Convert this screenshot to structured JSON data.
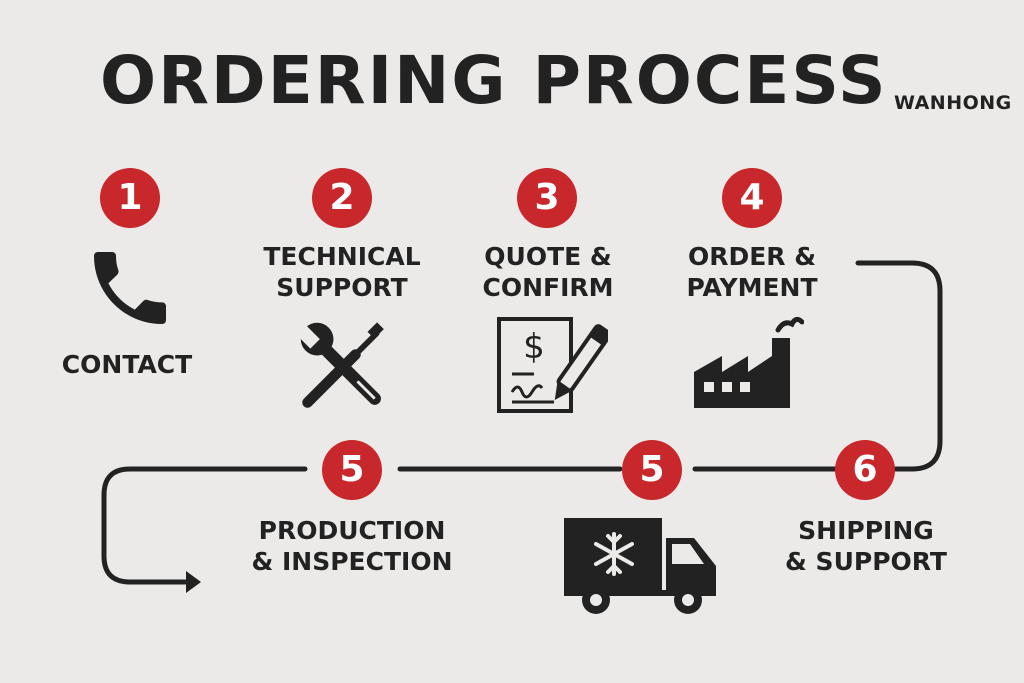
{
  "header": {
    "title": "ORDERING PROCESS",
    "brand": "WANHONG"
  },
  "colors": {
    "badge": "#c8282b",
    "ink": "#222222",
    "background": "#ebeae8"
  },
  "steps": [
    {
      "number": "1",
      "label_lines": [
        "CONTACT"
      ],
      "icon": "phone-icon"
    },
    {
      "number": "2",
      "label_lines": [
        "TECHNICAL",
        "SUPPORT"
      ],
      "icon": "wrench-screwdriver-icon"
    },
    {
      "number": "3",
      "label_lines": [
        "QUOTE &",
        "CONFIRM"
      ],
      "icon": "invoice-pen-icon"
    },
    {
      "number": "4",
      "label_lines": [
        "ORDER &",
        "PAYMENT"
      ],
      "icon": "factory-icon"
    },
    {
      "number": "5",
      "label_lines": [
        "PRODUCTION",
        "& INSPECTION"
      ],
      "icon": ""
    },
    {
      "number": "5",
      "label_lines": [],
      "icon": "refrigerated-truck-icon"
    },
    {
      "number": "6",
      "label_lines": [
        "SHIPPING",
        "& SUPPORT"
      ],
      "icon": ""
    }
  ]
}
